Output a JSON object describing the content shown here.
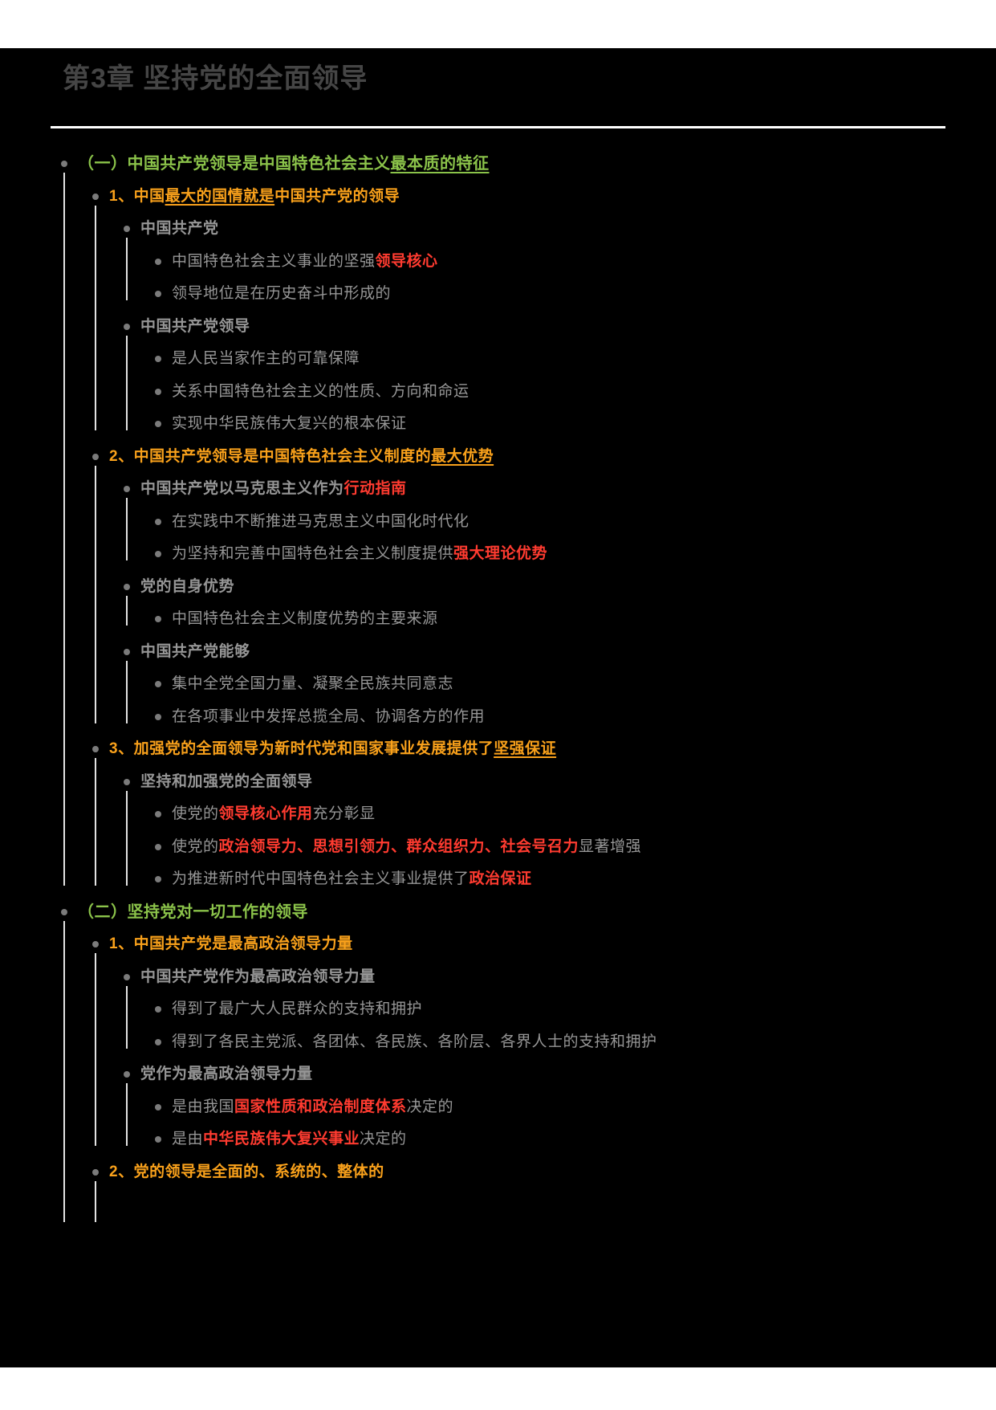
{
  "page": {
    "title": "第3章 坚持党的全面领导"
  },
  "colors": {
    "background": "#000000",
    "title": "#454545",
    "divider": "#ffffff",
    "green": "#8bc34a",
    "orange": "#f9a11b",
    "gray": "#969696",
    "red": "#ff3b30",
    "bullet": "#7b7b7b",
    "line": "#e3e3e3"
  },
  "outline": {
    "continue_bottom": 1462,
    "rows": [
      {
        "level": 0,
        "color": "green",
        "segments": [
          {
            "text": "（一）中国共产党领导是中国特色社会主义"
          },
          {
            "text": "最本质的特征",
            "underline": true
          }
        ]
      },
      {
        "level": 1,
        "color": "orange",
        "segments": [
          {
            "text": "1、中国"
          },
          {
            "text": "最大的国情就是",
            "underline": true
          },
          {
            "text": "中国共产党的领导"
          }
        ]
      },
      {
        "level": 2,
        "color": "gray",
        "segments": [
          {
            "text": "中国共产党"
          }
        ]
      },
      {
        "level": 3,
        "color": "gray",
        "segments": [
          {
            "text": "中国特色社会主义事业的坚强"
          },
          {
            "text": "领导核心",
            "color": "red"
          }
        ]
      },
      {
        "level": 3,
        "color": "gray",
        "segments": [
          {
            "text": "领导地位是在历史奋斗中形成的"
          }
        ]
      },
      {
        "level": 2,
        "color": "gray",
        "segments": [
          {
            "text": "中国共产党领导"
          }
        ]
      },
      {
        "level": 3,
        "color": "gray",
        "segments": [
          {
            "text": "是人民当家作主的可靠保障"
          }
        ]
      },
      {
        "level": 3,
        "color": "gray",
        "segments": [
          {
            "text": "关系中国特色社会主义的性质、方向和命运"
          }
        ]
      },
      {
        "level": 3,
        "color": "gray",
        "segments": [
          {
            "text": "实现中华民族伟大复兴的根本保证"
          }
        ]
      },
      {
        "level": 1,
        "color": "orange",
        "segments": [
          {
            "text": "2、中国共产党领导是中国特色社会主义制度的"
          },
          {
            "text": "最大优势",
            "underline": true
          }
        ]
      },
      {
        "level": 2,
        "color": "gray",
        "segments": [
          {
            "text": "中国共产党以马克思主义作为"
          },
          {
            "text": "行动指南",
            "color": "red"
          }
        ]
      },
      {
        "level": 3,
        "color": "gray",
        "segments": [
          {
            "text": "在实践中不断推进马克思主义中国化时代化"
          }
        ]
      },
      {
        "level": 3,
        "color": "gray",
        "segments": [
          {
            "text": "为坚持和完善中国特色社会主义制度提供"
          },
          {
            "text": "强大理论优势",
            "color": "red"
          }
        ]
      },
      {
        "level": 2,
        "color": "gray",
        "segments": [
          {
            "text": "党的自身优势"
          }
        ]
      },
      {
        "level": 3,
        "color": "gray",
        "segments": [
          {
            "text": "中国特色社会主义制度优势的主要来源"
          }
        ]
      },
      {
        "level": 2,
        "color": "gray",
        "segments": [
          {
            "text": "中国共产党能够"
          }
        ]
      },
      {
        "level": 3,
        "color": "gray",
        "segments": [
          {
            "text": "集中全党全国力量、凝聚全民族共同意志"
          }
        ]
      },
      {
        "level": 3,
        "color": "gray",
        "segments": [
          {
            "text": "在各项事业中发挥总揽全局、协调各方的作用"
          }
        ]
      },
      {
        "level": 1,
        "color": "orange",
        "segments": [
          {
            "text": "3、加强党的全面领导为新时代党和国家事业发展提供了"
          },
          {
            "text": "坚强保证",
            "underline": true
          }
        ]
      },
      {
        "level": 2,
        "color": "gray",
        "segments": [
          {
            "text": "坚持和加强党的全面领导"
          }
        ]
      },
      {
        "level": 3,
        "color": "gray",
        "segments": [
          {
            "text": "使党的"
          },
          {
            "text": "领导核心作用",
            "color": "red"
          },
          {
            "text": "充分彰显"
          }
        ]
      },
      {
        "level": 3,
        "color": "gray",
        "segments": [
          {
            "text": "使党的"
          },
          {
            "text": "政治领导力、思想引领力、群众组织力、社会号召力",
            "color": "red"
          },
          {
            "text": "显著增强"
          }
        ]
      },
      {
        "level": 3,
        "color": "gray",
        "segments": [
          {
            "text": "为推进新时代中国特色社会主义事业提供了"
          },
          {
            "text": "政治保证",
            "color": "red"
          }
        ]
      },
      {
        "level": 0,
        "color": "green",
        "continues": true,
        "segments": [
          {
            "text": "（二）坚持党对一切工作的领导"
          }
        ]
      },
      {
        "level": 1,
        "color": "orange",
        "segments": [
          {
            "text": "1、中国共产党是最高政治领导力量"
          }
        ]
      },
      {
        "level": 2,
        "color": "gray",
        "segments": [
          {
            "text": "中国共产党作为最高政治领导力量"
          }
        ]
      },
      {
        "level": 3,
        "color": "gray",
        "segments": [
          {
            "text": "得到了最广大人民群众的支持和拥护"
          }
        ]
      },
      {
        "level": 3,
        "color": "gray",
        "segments": [
          {
            "text": "得到了各民主党派、各团体、各民族、各阶层、各界人士的支持和拥护"
          }
        ]
      },
      {
        "level": 2,
        "color": "gray",
        "segments": [
          {
            "text": "党作为最高政治领导力量"
          }
        ]
      },
      {
        "level": 3,
        "color": "gray",
        "segments": [
          {
            "text": "是由我国"
          },
          {
            "text": "国家性质和政治制度体系",
            "color": "red"
          },
          {
            "text": "决定的"
          }
        ]
      },
      {
        "level": 3,
        "color": "gray",
        "segments": [
          {
            "text": "是由"
          },
          {
            "text": "中华民族伟大复兴事业",
            "color": "red"
          },
          {
            "text": "决定的"
          }
        ]
      },
      {
        "level": 1,
        "color": "orange",
        "continues": true,
        "segments": [
          {
            "text": "2、党的领导是全面的、系统的、整体的"
          }
        ]
      }
    ]
  }
}
